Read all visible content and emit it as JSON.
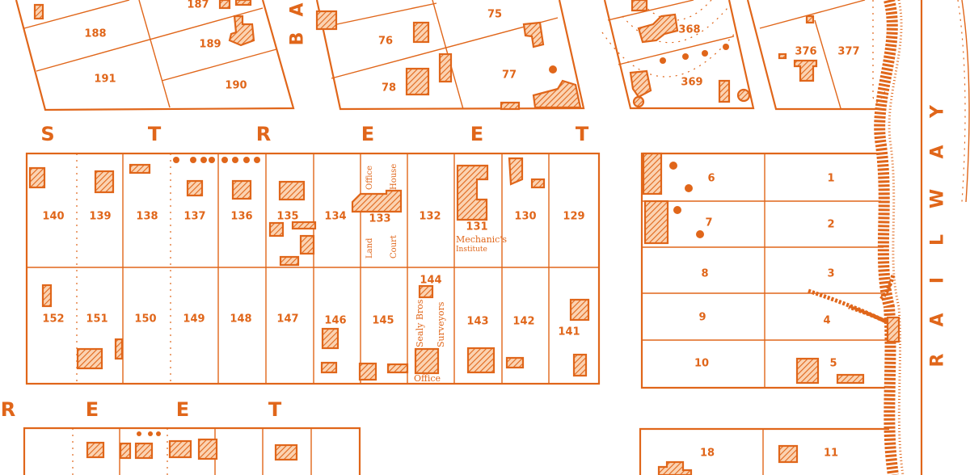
{
  "map": {
    "ink_color": "#e0661a",
    "street_labels": {
      "upper_street": [
        "S",
        "T",
        "R",
        "E",
        "E",
        "T"
      ],
      "lower_street": [
        "R",
        "E",
        "E",
        "T"
      ],
      "vertical_street_partial": [
        "B",
        "A"
      ],
      "railway": [
        "R",
        "A",
        "I",
        "L",
        "W",
        "A",
        "Y"
      ]
    },
    "lots_top_left": [
      "187",
      "188",
      "189",
      "190",
      "191"
    ],
    "lots_top_middle": [
      "75",
      "76",
      "77",
      "78"
    ],
    "lots_top_right": [
      "368",
      "369",
      "376",
      "377"
    ],
    "block_north_row": [
      "140",
      "139",
      "138",
      "137",
      "136",
      "135",
      "134",
      "133",
      "132",
      "131",
      "130",
      "129"
    ],
    "block_south_row": [
      "152",
      "151",
      "150",
      "149",
      "148",
      "147",
      "146",
      "145",
      "144",
      "143",
      "142",
      "141"
    ],
    "block_east": [
      "6",
      "1",
      "7",
      "2",
      "8",
      "3",
      "9",
      "4",
      "10",
      "5"
    ],
    "bottom_lots": [
      "18",
      "11"
    ],
    "annotations": {
      "land_office": [
        "Land",
        "Office"
      ],
      "court_house": [
        "Court",
        "House"
      ],
      "mechanics_institute": [
        "Mechanic's",
        "Institute"
      ],
      "sealy_bros": [
        "Sealy Bros",
        "Surveyors"
      ],
      "office": "Office"
    }
  }
}
